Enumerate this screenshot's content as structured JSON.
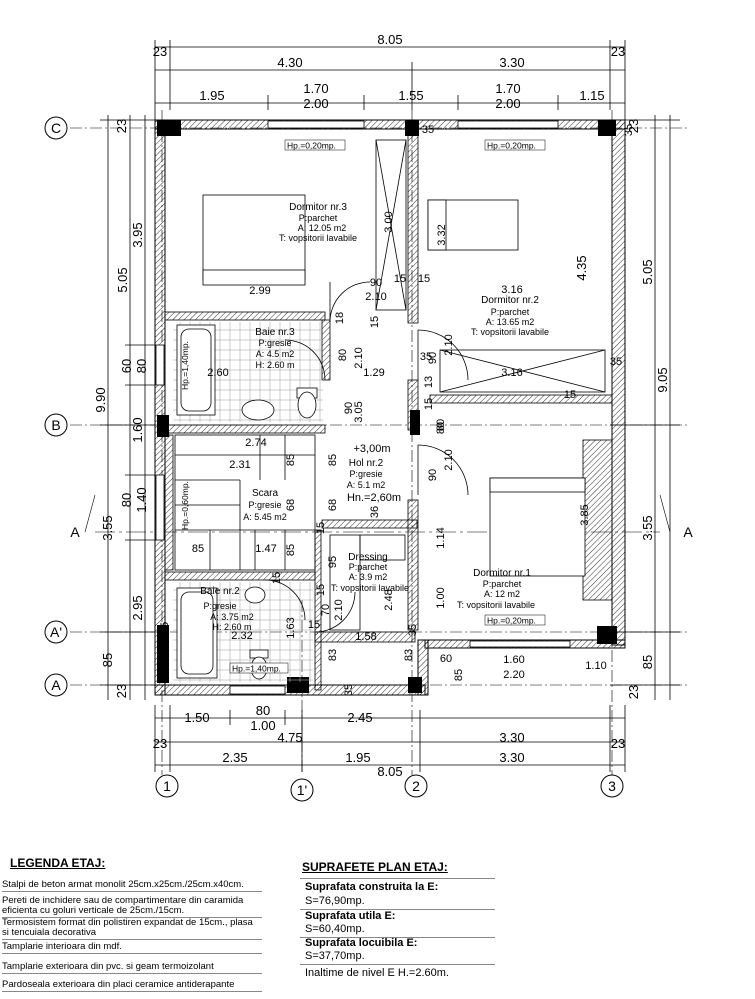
{
  "dims_top": {
    "total": "8.05",
    "edge_l": "23",
    "edge_r": "23",
    "seg_left": "4.30",
    "seg_right": "3.30",
    "row3": [
      "1.95",
      "1.70",
      "1.55",
      "1.70",
      "1.15"
    ],
    "row4": [
      "2.00",
      "2.00"
    ]
  },
  "dims_bottom": {
    "row1": [
      "1.50",
      "2.45"
    ],
    "row1b": "1.00",
    "edge_l": "23",
    "edge_r": "23",
    "seg_left": "4.75",
    "seg_right": "3.30",
    "row3": [
      "2.35",
      "1.95",
      "3.30"
    ],
    "total": "8.05"
  },
  "dims_left": {
    "edge_top": "23",
    "d1": "3.95",
    "d2": "5.05",
    "d3": "60",
    "d3b": "80",
    "total": "9.90",
    "d4": "1.60",
    "d5": "80",
    "d6": "1.40",
    "d7": "3.55",
    "d8": "2.95",
    "d9": "85",
    "edge_bot": "23"
  },
  "dims_right": {
    "edge_top": "23",
    "d1": "4.35",
    "d2": "5.05",
    "total": "9.05",
    "d3": "3.55",
    "d4": "85",
    "edge_bot": "23"
  },
  "axes": {
    "c": "C",
    "b": "B",
    "a_prime": "A'",
    "a": "A",
    "n1": "1",
    "n1p": "1'",
    "n2": "2",
    "n3": "3",
    "section": "A"
  },
  "rooms": {
    "dorm3": {
      "name": "Dormitor nr.3",
      "floor": "P:parchet",
      "area": "A: 12.05 m2",
      "walls": "T:    vopsitorii     lavabile"
    },
    "dorm2": {
      "name": "Dormitor nr.2",
      "floor": "P:parchet",
      "area": "A: 13.65 m2",
      "walls": "T:   vopsitorii     lavabile"
    },
    "baie3": {
      "name": "Baie nr.3",
      "floor": "P:gresie",
      "area": "A: 4.5 m2",
      "height": "H: 2.60 m"
    },
    "hol2": {
      "name": "Hol nr.2",
      "floor": "P:gresie",
      "area": "A: 5.1 m2",
      "level": "+3,00m",
      "hn": "Hn.=2,60m"
    },
    "scara": {
      "name": "Scara",
      "floor": "P:gresie",
      "area": "A: 5.45 m2"
    },
    "dressing": {
      "name": "Dressing",
      "floor": "P:parchet",
      "area": "A: 3.9 m2",
      "walls": "T:  vopsitorii     lavabile"
    },
    "dorm1": {
      "name": "Dormitor nr.1",
      "floor": "P:parchet",
      "area": "A: 12 m2",
      "walls": "T:  vopsitorii     lavabile"
    },
    "baie2": {
      "name": "Baie nr.2",
      "floor": "P:gresie",
      "area": "A: 3.75 m2",
      "height": "H: 2.60 m"
    }
  },
  "windows": {
    "w_top_l": "Hp.=0,20mp.",
    "w_top_r": "Hp.=0,20mp.",
    "w_left1": "Hp.=1,40mp.",
    "w_left2": "Hp.=0,60mp.",
    "w_bot_l": "Hp.=1,40mp.",
    "w_bot_r": "Hp.=0,20mp."
  },
  "inner_dims": {
    "a299": "2.99",
    "a300": "3.00",
    "a332": "3.32",
    "a316": "3.16",
    "a316b": "3.16",
    "a90": "90",
    "a210": "2.10",
    "a15": "15",
    "a15b": "15",
    "a15c": "15",
    "a18": "18",
    "a80": "80",
    "a210b": "2.10",
    "a260": "2.60",
    "a129": "1.29",
    "a13": "13",
    "a90b": "90",
    "a210c": "2.10",
    "a15d": "15",
    "a15e": "15",
    "a274": "2.74",
    "a231": "2.31",
    "a85": "85",
    "a85b": "85",
    "a305": "3.05",
    "a90c": "90",
    "a80b": "80",
    "a90d": "90",
    "a210d": "2.10",
    "a68": "68",
    "a68b": "68",
    "a36": "36",
    "a85c": "85",
    "a147": "1.47",
    "a85d": "85",
    "a15f": "15",
    "a15g": "15",
    "a114": "1.14",
    "a385": "3.85",
    "a95": "95",
    "a248": "2.48",
    "a100": "1.00",
    "a15h": "15",
    "a163": "1.63",
    "a232": "2.32",
    "a70": "70",
    "a210e": "2.10",
    "a15i": "15",
    "a158": "1.58",
    "a35a": "35",
    "a35b": "35",
    "a35c": "35",
    "a35d": "35",
    "a35e": "35",
    "a35f": "35",
    "a83": "83",
    "a83b": "83",
    "a60": "60",
    "a85e": "85",
    "a160": "1.60",
    "a220": "2.20",
    "a110": "1.10",
    "a80c": "80",
    "a35g": "35"
  },
  "legend": {
    "title": "LEGENDA ETAJ:",
    "items": [
      "Stalpi de beton armat monolit 25cm.x25cm./25cm.x40cm.",
      "Pereti de inchidere sau de compartimentare din caramida eficienta cu goluri verticale de 25cm./15cm.",
      "Termosistem format din polistiren expandat de 15cm., plasa si tencuiala decorativa",
      "Tamplarie interioara din mdf.",
      "Tamplarie exterioara din pvc. si geam termoizolant",
      "Pardoseala exterioara din placi ceramice antiderapante"
    ]
  },
  "surfaces": {
    "title": "SUPRAFETE PLAN ETAJ:",
    "built_label": "Suprafata construita la E:",
    "built_value": "S=76,90mp.",
    "useful_label": "Suprafata utila E:",
    "useful_value": "S=60,40mp.",
    "living_label": "Suprafata locuibila E:",
    "living_value": "S=37,70mp.",
    "height": "Inaltime de nivel E H.=2.60m."
  }
}
